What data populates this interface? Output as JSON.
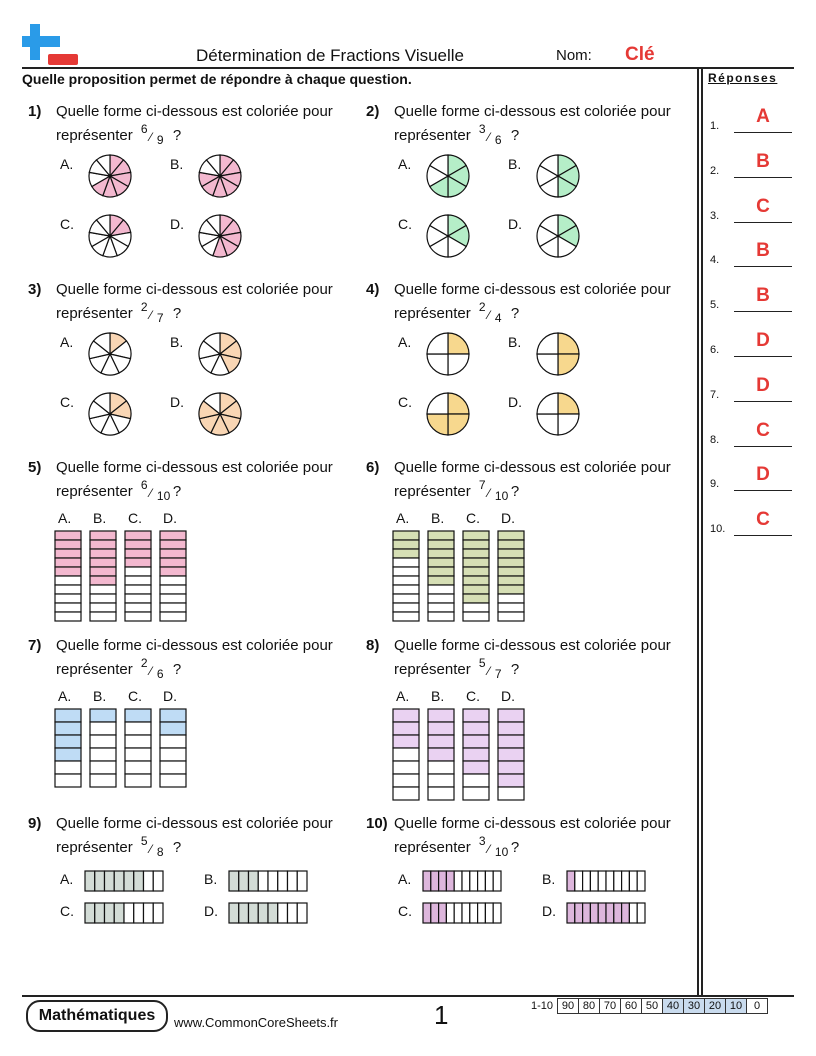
{
  "header": {
    "title": "Détermination de Fractions Visuelle",
    "name_label": "Nom:",
    "name_value": "Clé"
  },
  "instructions": "Quelle proposition permet de répondre à chaque question.",
  "answers_panel": {
    "title": "Réponses",
    "items": [
      {
        "n": "1.",
        "answer": "A"
      },
      {
        "n": "2.",
        "answer": "B"
      },
      {
        "n": "3.",
        "answer": "C"
      },
      {
        "n": "4.",
        "answer": "B"
      },
      {
        "n": "5.",
        "answer": "B"
      },
      {
        "n": "6.",
        "answer": "D"
      },
      {
        "n": "7.",
        "answer": "D"
      },
      {
        "n": "8.",
        "answer": "C"
      },
      {
        "n": "9.",
        "answer": "D"
      },
      {
        "n": "10.",
        "answer": "C"
      }
    ]
  },
  "questions": [
    {
      "num": "1)",
      "text": "Quelle forme ci-dessous est coloriée pour représenter",
      "numerator": "6",
      "slash": "⁄",
      "denominator": "9",
      "end": "?",
      "shape": "circle",
      "color": "#f3b8cf",
      "options": [
        {
          "label": "A.",
          "parts": 9,
          "shaded": 6
        },
        {
          "label": "B.",
          "parts": 9,
          "shaded": 7
        },
        {
          "label": "C.",
          "parts": 9,
          "shaded": 2
        },
        {
          "label": "D.",
          "parts": 9,
          "shaded": 5
        }
      ]
    },
    {
      "num": "2)",
      "text": "Quelle forme ci-dessous est coloriée pour représenter",
      "numerator": "3",
      "slash": "⁄",
      "denominator": "6",
      "end": "?",
      "shape": "circle",
      "color": "#b5eec8",
      "options": [
        {
          "label": "A.",
          "parts": 6,
          "shaded": 4
        },
        {
          "label": "B.",
          "parts": 6,
          "shaded": 3
        },
        {
          "label": "C.",
          "parts": 6,
          "shaded": 2
        },
        {
          "label": "D.",
          "parts": 6,
          "shaded": 2
        }
      ]
    },
    {
      "num": "3)",
      "text": "Quelle forme ci-dessous est coloriée pour représenter",
      "numerator": "2",
      "slash": "⁄",
      "denominator": "7",
      "end": "?",
      "shape": "circle",
      "color": "#f9d6b4",
      "options": [
        {
          "label": "A.",
          "parts": 7,
          "shaded": 1
        },
        {
          "label": "B.",
          "parts": 7,
          "shaded": 3
        },
        {
          "label": "C.",
          "parts": 7,
          "shaded": 2
        },
        {
          "label": "D.",
          "parts": 7,
          "shaded": 6
        }
      ]
    },
    {
      "num": "4)",
      "text": "Quelle forme ci-dessous est coloriée pour représenter",
      "numerator": "2",
      "slash": "⁄",
      "denominator": "4",
      "end": "?",
      "shape": "circle",
      "color": "#f7d88e",
      "options": [
        {
          "label": "A.",
          "parts": 4,
          "shaded": 1
        },
        {
          "label": "B.",
          "parts": 4,
          "shaded": 2
        },
        {
          "label": "C.",
          "parts": 4,
          "shaded": 3
        },
        {
          "label": "D.",
          "parts": 4,
          "shaded": 1
        }
      ]
    },
    {
      "num": "5)",
      "text": "Quelle forme ci-dessous est coloriée pour représenter",
      "numerator": "6",
      "slash": "⁄",
      "denominator": "10",
      "end": "?",
      "shape": "vbar",
      "color": "#f3b8cf",
      "options": [
        {
          "label": "A.",
          "parts": 10,
          "shaded": 5
        },
        {
          "label": "B.",
          "parts": 10,
          "shaded": 6
        },
        {
          "label": "C.",
          "parts": 10,
          "shaded": 4
        },
        {
          "label": "D.",
          "parts": 10,
          "shaded": 5
        }
      ]
    },
    {
      "num": "6)",
      "text": "Quelle forme ci-dessous est coloriée pour représenter",
      "numerator": "7",
      "slash": "⁄",
      "denominator": "10",
      "end": "?",
      "shape": "vbar",
      "color": "#d6dfb5",
      "options": [
        {
          "label": "A.",
          "parts": 10,
          "shaded": 3
        },
        {
          "label": "B.",
          "parts": 10,
          "shaded": 6
        },
        {
          "label": "C.",
          "parts": 10,
          "shaded": 8
        },
        {
          "label": "D.",
          "parts": 10,
          "shaded": 7
        }
      ]
    },
    {
      "num": "7)",
      "text": "Quelle forme ci-dessous est coloriée pour représenter",
      "numerator": "2",
      "slash": "⁄",
      "denominator": "6",
      "end": "?",
      "shape": "vbar",
      "color": "#bfdcf5",
      "options": [
        {
          "label": "A.",
          "parts": 6,
          "shaded": 4
        },
        {
          "label": "B.",
          "parts": 6,
          "shaded": 1
        },
        {
          "label": "C.",
          "parts": 6,
          "shaded": 1
        },
        {
          "label": "D.",
          "parts": 6,
          "shaded": 2
        }
      ]
    },
    {
      "num": "8)",
      "text": "Quelle forme ci-dessous est coloriée pour représenter",
      "numerator": "5",
      "slash": "⁄",
      "denominator": "7",
      "end": "?",
      "shape": "vbar",
      "color": "#ead2f2",
      "options": [
        {
          "label": "A.",
          "parts": 7,
          "shaded": 3
        },
        {
          "label": "B.",
          "parts": 7,
          "shaded": 4
        },
        {
          "label": "C.",
          "parts": 7,
          "shaded": 5
        },
        {
          "label": "D.",
          "parts": 7,
          "shaded": 6
        }
      ]
    },
    {
      "num": "9)",
      "text": "Quelle forme ci-dessous est coloriée pour représenter",
      "numerator": "5",
      "slash": "⁄",
      "denominator": "8",
      "end": "?",
      "shape": "hbar",
      "color": "#d3dcd6",
      "options": [
        {
          "label": "A.",
          "parts": 8,
          "shaded": 6
        },
        {
          "label": "B.",
          "parts": 8,
          "shaded": 3
        },
        {
          "label": "C.",
          "parts": 8,
          "shaded": 4
        },
        {
          "label": "D.",
          "parts": 8,
          "shaded": 5
        }
      ]
    },
    {
      "num": "10)",
      "text": "Quelle forme ci-dessous est coloriée pour représenter",
      "numerator": "3",
      "slash": "⁄",
      "denominator": "10",
      "end": "?",
      "shape": "hbar",
      "color": "#ddb6dc",
      "options": [
        {
          "label": "A.",
          "parts": 10,
          "shaded": 4
        },
        {
          "label": "B.",
          "parts": 10,
          "shaded": 1
        },
        {
          "label": "C.",
          "parts": 10,
          "shaded": 3
        },
        {
          "label": "D.",
          "parts": 10,
          "shaded": 8
        }
      ]
    }
  ],
  "footer": {
    "badge": "Mathématiques",
    "site": "www.CommonCoreSheets.fr",
    "page": "1",
    "scale_label": "1-10",
    "scale": [
      "90",
      "80",
      "70",
      "60",
      "50",
      "40",
      "30",
      "20",
      "10",
      "0"
    ]
  },
  "colors": {
    "accent_red": "#e53935",
    "logo_blue": "#2196f3",
    "logo_red": "#e53935"
  }
}
